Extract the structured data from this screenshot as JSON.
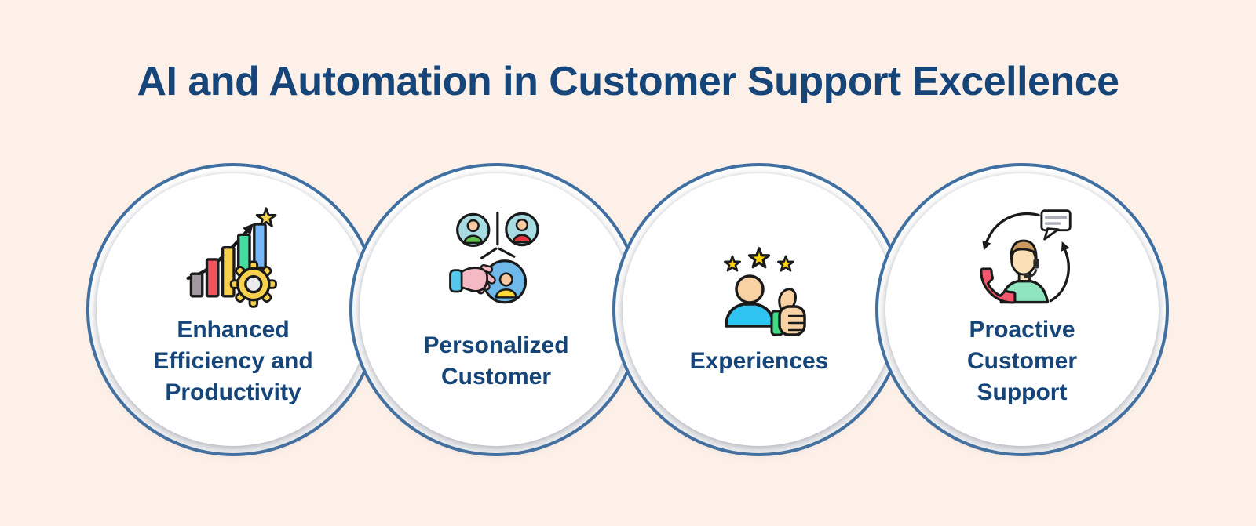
{
  "title": "AI and Automation in Customer Support Excellence",
  "theme": {
    "background": "#fdf0e9",
    "circle_border": "#4070a2",
    "circle_fill": "#ffffff",
    "title_color": "#164579",
    "label_color": "#164579"
  },
  "cards": [
    {
      "id": "enhanced-efficiency",
      "icon": "growth-chart-gear-icon",
      "label": "Enhanced\nEfficiency and\nProductivity"
    },
    {
      "id": "personalized-customer",
      "icon": "personalized-customer-icon",
      "label": "Personalized\nCustomer"
    },
    {
      "id": "experiences",
      "icon": "customer-rating-thumbs-up-icon",
      "label": "Experiences"
    },
    {
      "id": "proactive-support",
      "icon": "proactive-customer-support-icon",
      "label": "Proactive\nCustomer\nSupport"
    }
  ]
}
